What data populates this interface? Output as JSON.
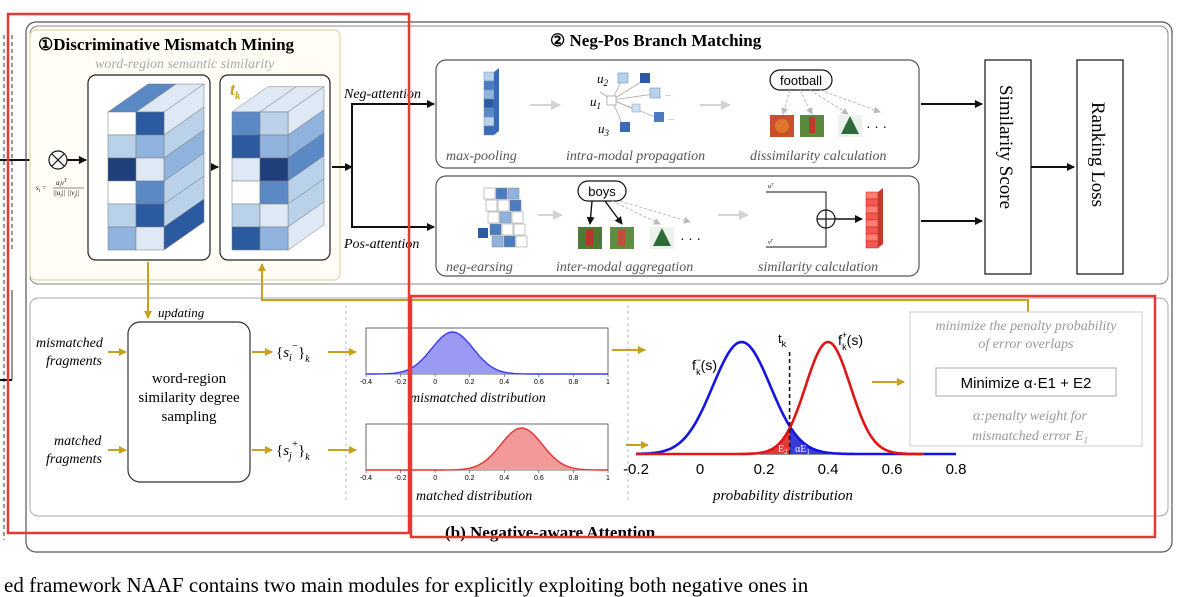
{
  "section1": {
    "title": "①Discriminative Mismatch Mining",
    "subtitle": "word-region semantic similarity",
    "tk": "t",
    "tk_sub": "k"
  },
  "section2": {
    "title": "② Neg-Pos Branch Matching"
  },
  "formula": {
    "lhs": "s",
    "lhs_sub": "i",
    "num": "u",
    "num_sub": "i",
    "num2": "v",
    "num2_sub": "j",
    "sup": "T"
  },
  "branches": {
    "neg_attention": "Neg-attention",
    "pos_attention": "Pos-attention",
    "max_pooling": "max-pooling",
    "intra_modal": "intra-modal propagation",
    "dissimilarity": "dissimilarity calculation",
    "neg_earsing": "neg-earsing",
    "inter_modal": "inter-modal aggregation",
    "similarity_calc": "similarity calculation",
    "football": "football",
    "boys": "boys",
    "u": "u",
    "u_subs": [
      "2",
      "1",
      "3"
    ],
    "ellipsis": "· · ·",
    "dots_small": "...",
    "ui_label": "u",
    "ui_sub": "i",
    "vi_label": "v"
  },
  "outputs": {
    "similarity_score": "Similarity Score",
    "ranking_loss": "Ranking Loss"
  },
  "bottom": {
    "updating": "updating",
    "mismatched_fragments": [
      "mismatched",
      "fragments"
    ],
    "matched_fragments": [
      "matched",
      "fragments"
    ],
    "sampling_box": [
      "word-region",
      "similarity degree",
      "sampling"
    ],
    "set_neg_var": "s",
    "set_neg_sub": "i",
    "set_neg_sup": "−",
    "set_pos_var": "s",
    "set_pos_sub": "j",
    "set_pos_sup": "+",
    "set_k": "k",
    "mismatched_distribution": "mismatched distribution",
    "matched_distribution": "matched distribution",
    "probability_distribution": "probability distribution",
    "section_title": "(b) Negative-aware Attention",
    "fk_minus": "f",
    "fk_plus": "f",
    "fk_arg": "(s)",
    "tk_label": "t",
    "e2": "E",
    "ae1": "αE",
    "minimize_penalty": [
      "minimize the penalty probability",
      "of error overlaps"
    ],
    "minimize_formula": "Minimize  α·E1 + E2",
    "alpha_note": [
      "α:penalty weight for",
      "mismatched error E"
    ]
  },
  "caption_line": "ed framework NAAF contains two main modules for explicitly exploiting both negative ones in"
}
